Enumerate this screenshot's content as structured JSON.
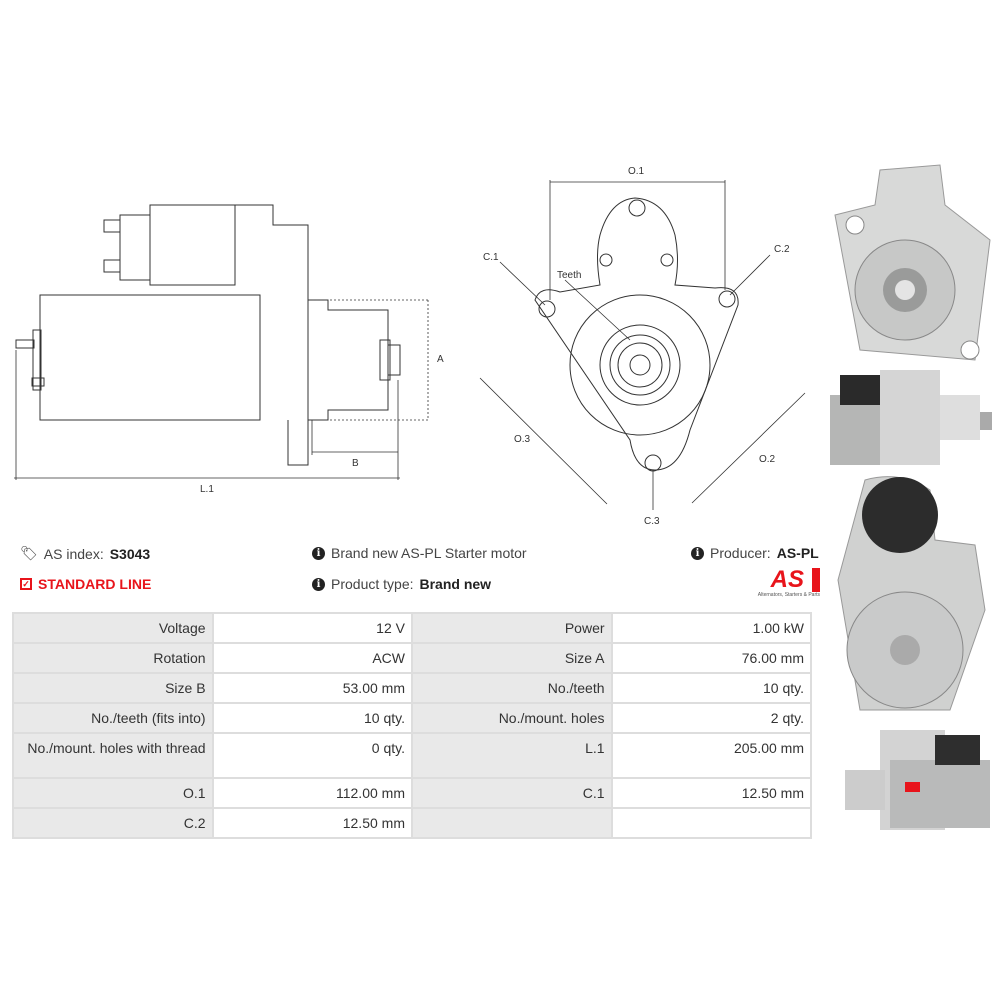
{
  "diagram_side": {
    "l1": "L.1",
    "a": "A",
    "b": "B"
  },
  "diagram_front": {
    "o1": "O.1",
    "c1": "C.1",
    "c2": "C.2",
    "teeth": "Teeth",
    "o3": "O.3",
    "o2": "O.2",
    "c3": "C.3"
  },
  "info": {
    "as_index_label": "AS index:",
    "as_index_value": "S3043",
    "line": "STANDARD LINE",
    "description": "Brand new AS-PL Starter motor",
    "product_type_label": "Product type:",
    "product_type_value": "Brand new",
    "producer_label": "Producer:",
    "producer_value": "AS-PL",
    "logo_text": "AS",
    "logo_tagline": "Alternators, Starters & Parts"
  },
  "colors": {
    "accent": "#e8141b",
    "header_cell": "#e9e9e9",
    "border": "#dddddd"
  },
  "specs": [
    [
      "Voltage",
      "12 V",
      "Power",
      "1.00 kW"
    ],
    [
      "Rotation",
      "ACW",
      "Size A",
      "76.00 mm"
    ],
    [
      "Size B",
      "53.00 mm",
      "No./teeth",
      "10 qty."
    ],
    [
      "No./teeth (fits into)",
      "10 qty.",
      "No./mount. holes",
      "2 qty."
    ],
    [
      "No./mount. holes with thread",
      "0 qty.",
      "L.1",
      "205.00 mm"
    ],
    [
      "O.1",
      "112.00 mm",
      "C.1",
      "12.50 mm"
    ],
    [
      "C.2",
      "12.50 mm",
      "",
      ""
    ]
  ]
}
